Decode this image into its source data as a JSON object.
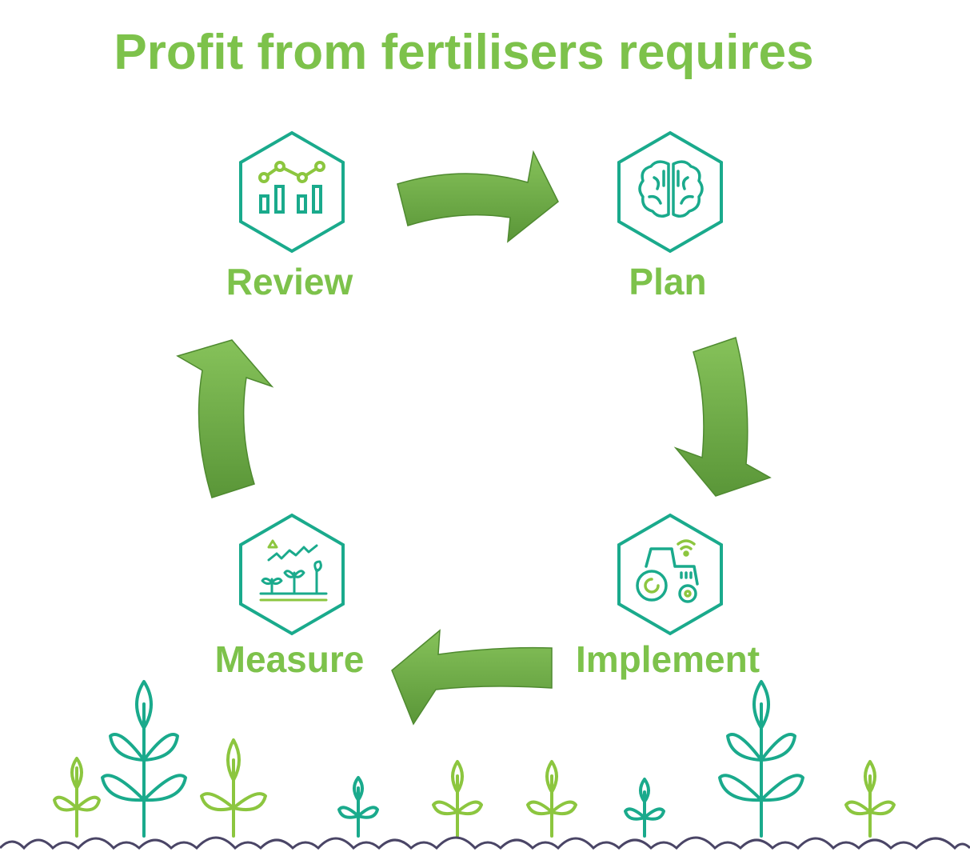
{
  "title": "Profit from fertilisers requires",
  "colors": {
    "title_green": "#7dc24b",
    "arrow_green": "#6aa843",
    "icon_teal": "#1aaa8c",
    "icon_lime": "#8cc63f",
    "ground": "#4a4566"
  },
  "stages": [
    {
      "id": "review",
      "label": "Review",
      "icon": "bar-chart-trend-icon"
    },
    {
      "id": "plan",
      "label": "Plan",
      "icon": "brain-icon"
    },
    {
      "id": "implement",
      "label": "Implement",
      "icon": "smart-tractor-icon"
    },
    {
      "id": "measure",
      "label": "Measure",
      "icon": "crop-growth-chart-icon"
    }
  ],
  "cycle_order": [
    "review",
    "plan",
    "implement",
    "measure"
  ]
}
